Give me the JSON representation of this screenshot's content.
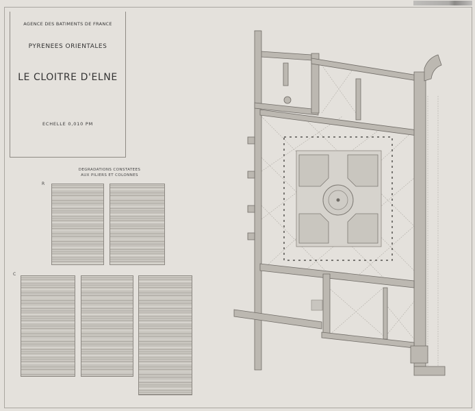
{
  "title_block": {
    "agency": "AGENCE DES BATIMENTS DE FRANCE",
    "region": "PYRENEES ORIENTALES",
    "title": "LE CLOITRE D'ELNE",
    "scale": "ECHELLE  0,010 PM"
  },
  "tables": {
    "heading_line1": "DEGRADATIONS   CONSTATEES",
    "heading_line2": "AUX PILIERS ET COLONNES",
    "section_r": "R",
    "section_c": "C"
  }
}
